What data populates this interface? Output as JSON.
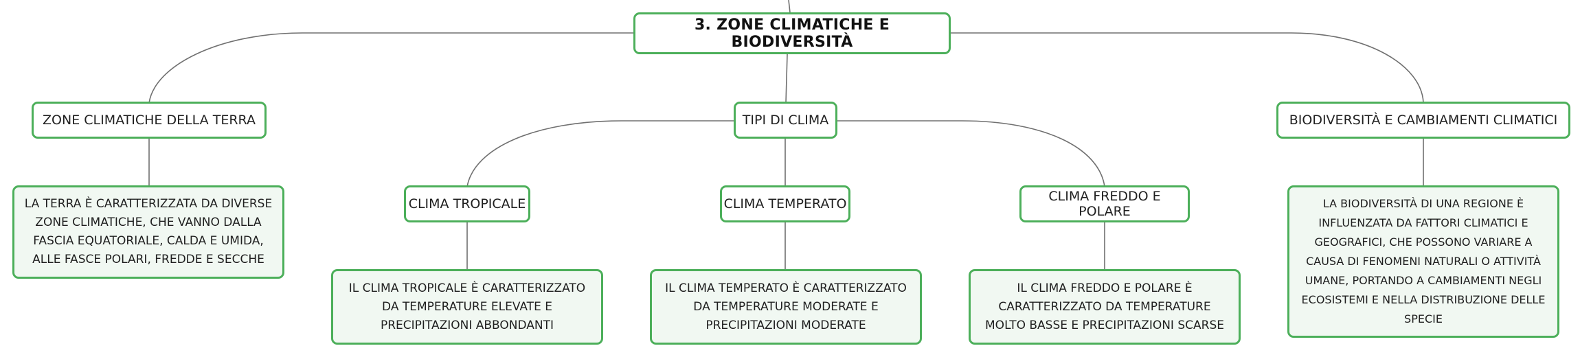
{
  "colors": {
    "node_border": "#4caf5a",
    "leaf_fill": "#f1f8f2",
    "connector": "#707070"
  },
  "root": {
    "label": "3. ZONE CLIMATICHE E BIODIVERSITÀ"
  },
  "branches": {
    "zone_terra": {
      "label": "ZONE CLIMATICHE DELLA TERRA",
      "description": "LA TERRA È CARATTERIZZATA DA DIVERSE ZONE CLIMATICHE, CHE VANNO DALLA FASCIA EQUATORIALE, CALDA E UMIDA, ALLE FASCE POLARI, FREDDE E SECCHE"
    },
    "tipi_clima": {
      "label": "TIPI DI CLIMA",
      "children": {
        "tropicale": {
          "label": "CLIMA TROPICALE",
          "description": "IL CLIMA TROPICALE È CARATTERIZZATO DA TEMPERATURE ELEVATE E PRECIPITAZIONI ABBONDANTI"
        },
        "temperato": {
          "label": "CLIMA TEMPERATO",
          "description": "IL CLIMA TEMPERATO È CARATTERIZZATO DA TEMPERATURE MODERATE E PRECIPITAZIONI MODERATE"
        },
        "freddo": {
          "label": "CLIMA FREDDO E POLARE",
          "description": "IL CLIMA FREDDO E POLARE È CARATTERIZZATO DA TEMPERATURE MOLTO BASSE E PRECIPITAZIONI SCARSE"
        }
      }
    },
    "biodiversita": {
      "label": "BIODIVERSITÀ E CAMBIAMENTI CLIMATICI",
      "description": "LA BIODIVERSITÀ DI UNA REGIONE È INFLUENZATA DA FATTORI CLIMATICI E GEOGRAFICI, CHE POSSONO VARIARE A CAUSA DI FENOMENI NATURALI O ATTIVITÀ UMANE, PORTANDO A CAMBIAMENTI NEGLI ECOSISTEMI E NELLA DISTRIBUZIONE DELLE SPECIE"
    }
  }
}
